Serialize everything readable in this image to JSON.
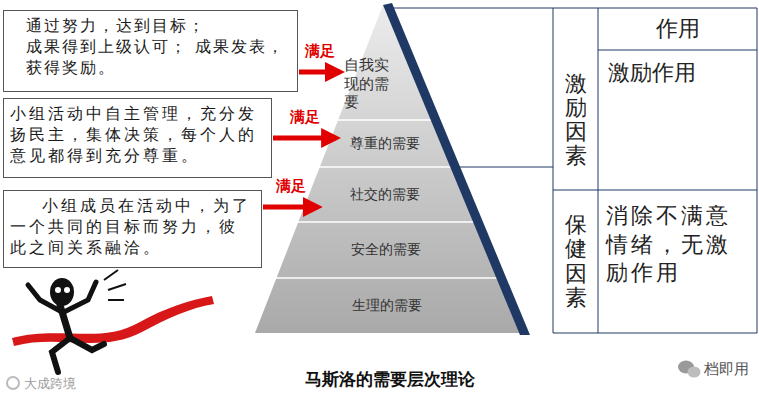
{
  "diagram": {
    "caption": "马斯洛的需要层次理论",
    "nodes": [
      {
        "text": [
          "通过努力，达到目标； 成果得到上级认可； 成果发表，获得奖励。"
        ]
      },
      {
        "text": [
          "小组活动中自主管理，充分发扬民主，集体决策，每个人的意见都得到充分尊重。"
        ]
      },
      {
        "text": [
          "小组成员在活动中，为了一个共同的目标而努力，彼此之间关系融洽。"
        ]
      },
      {
        "text": [
          "自我实现的需要"
        ]
      },
      {
        "text": [
          "尊重的需要"
        ]
      },
      {
        "text": [
          "社交的需要"
        ]
      },
      {
        "text": [
          "安全的需要"
        ]
      },
      {
        "text": [
          "生理的需要"
        ]
      }
    ],
    "edges": [
      {
        "from": 0,
        "to": 3,
        "label": "满足",
        "arrow": "to"
      },
      {
        "from": 1,
        "to": 4,
        "label": "满足",
        "arrow": "to"
      },
      {
        "from": 2,
        "to": 5,
        "label": "满足",
        "arrow": "to"
      }
    ],
    "labels": [
      "作用",
      "激励因素",
      "激励作用",
      "保健因素",
      "消除不满意情绪，无激励作用",
      "大成跨境",
      "档即用"
    ]
  }
}
